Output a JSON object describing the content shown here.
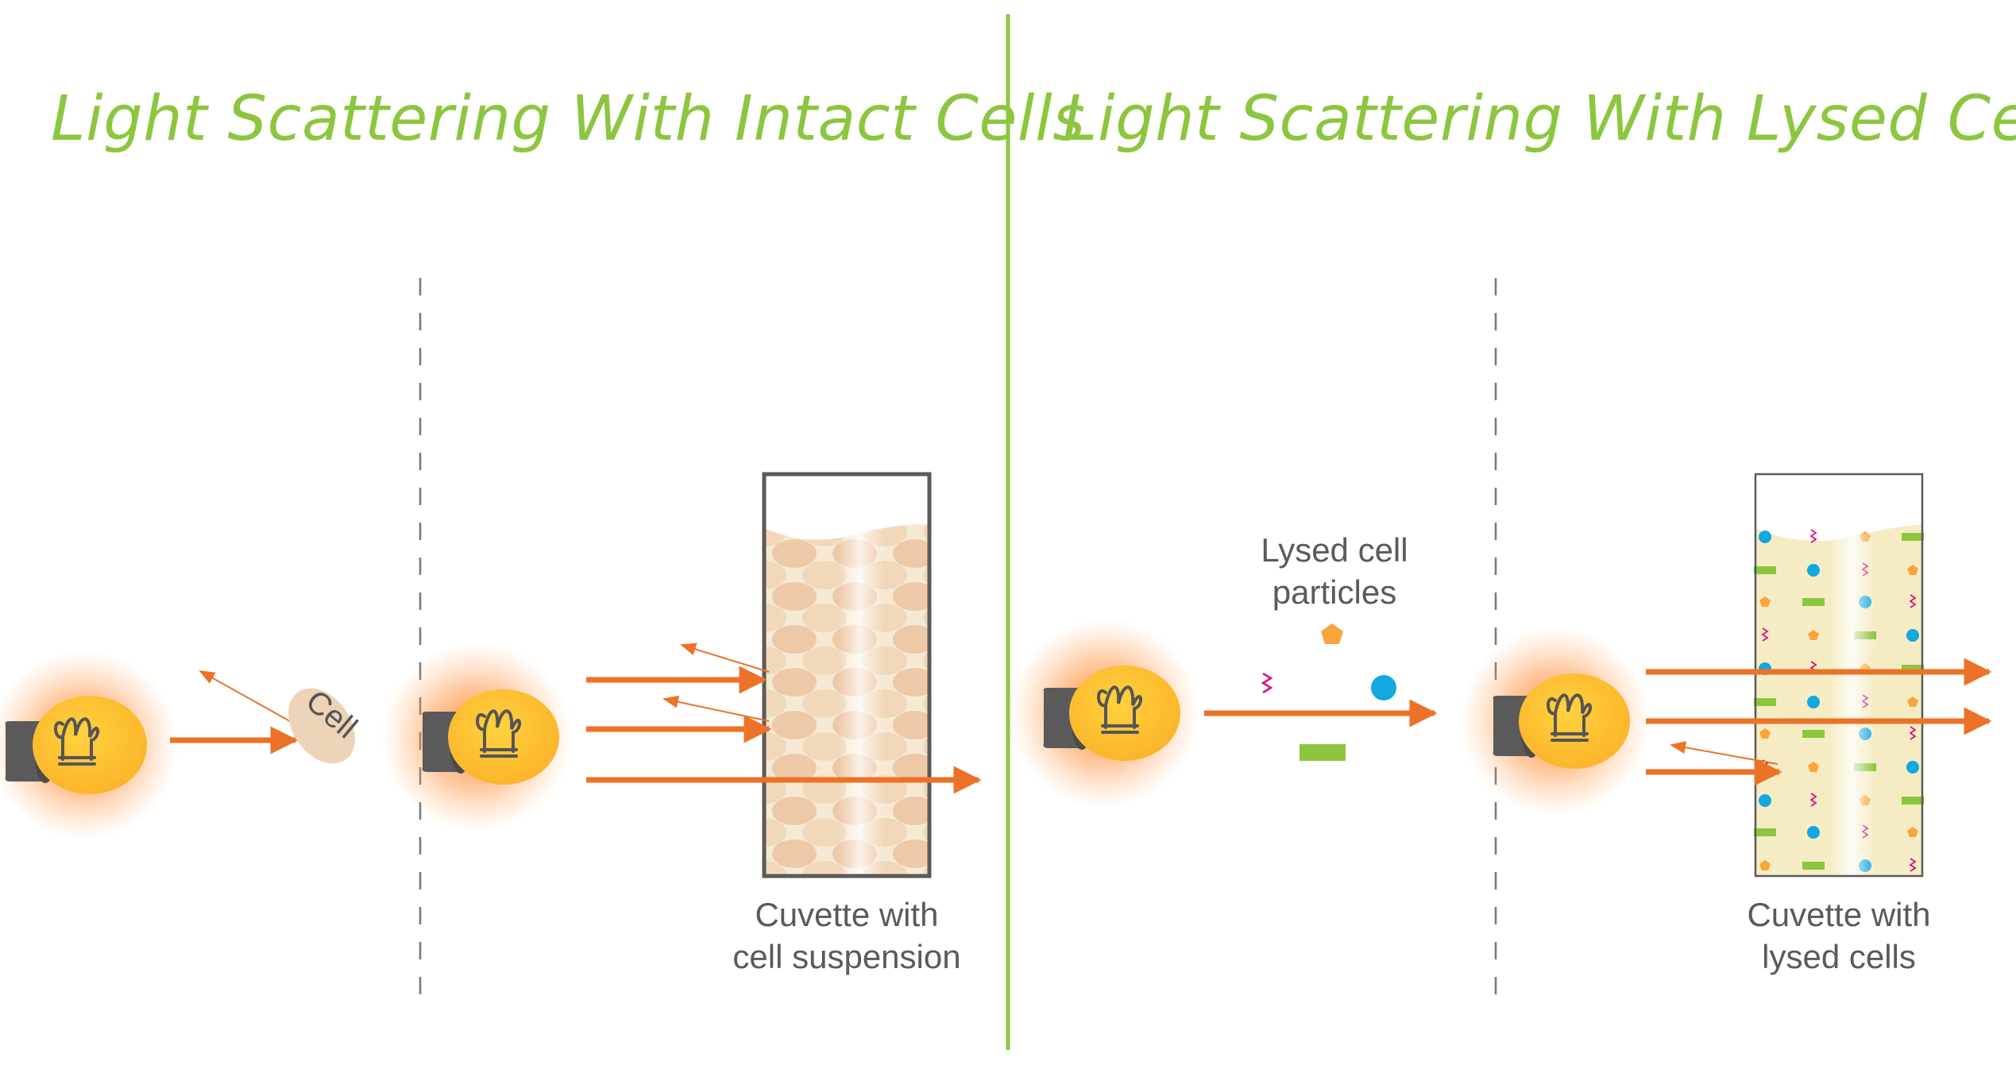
{
  "panels": {
    "left": {
      "title": "Light Scattering With Intact Cells",
      "cell_label": "Cell",
      "cuvette_caption": [
        "Cuvette with",
        "cell suspension"
      ]
    },
    "right": {
      "title": "Light Scattering With Lysed Cells",
      "particles_caption": [
        "Lysed cell",
        "particles"
      ],
      "cuvette_caption": [
        "Cuvette with",
        "lysed cells"
      ]
    }
  },
  "colors": {
    "title_green": "#8cc63f",
    "divider_green": "#8cc63f",
    "arrow_orange": "#ec7227",
    "bulb_yellow": "#fdc331",
    "bulb_glow": "#ff7a1a",
    "bulb_base": "#5a5a5a",
    "cell_beige": "#edd3b8",
    "particle_blue": "#12a8e0",
    "particle_green": "#8cc63f",
    "particle_orange": "#f9a53a",
    "particle_magenta": "#d6127e"
  },
  "icons": [
    "light-bulb-icon",
    "cell-icon",
    "cuvette-icon",
    "arrow-icon"
  ]
}
